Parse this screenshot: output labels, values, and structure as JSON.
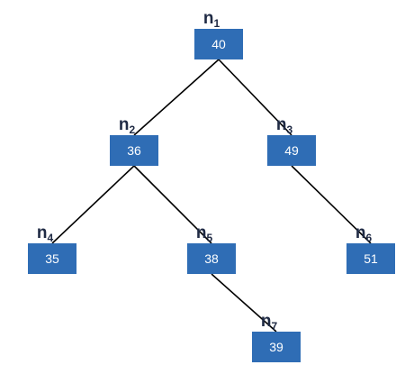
{
  "colors": {
    "node_fill": "#2f6db5",
    "node_text": "#ffffff",
    "label_text": "#1f2a44",
    "edge": "#000000"
  },
  "nodes": [
    {
      "id": "n1",
      "label_base": "n",
      "label_sub": "1",
      "value": "40"
    },
    {
      "id": "n2",
      "label_base": "n",
      "label_sub": "2",
      "value": "36"
    },
    {
      "id": "n3",
      "label_base": "n",
      "label_sub": "3",
      "value": "49"
    },
    {
      "id": "n4",
      "label_base": "n",
      "label_sub": "4",
      "value": "35"
    },
    {
      "id": "n5",
      "label_base": "n",
      "label_sub": "5",
      "value": "38"
    },
    {
      "id": "n6",
      "label_base": "n",
      "label_sub": "6",
      "value": "51"
    },
    {
      "id": "n7",
      "label_base": "n",
      "label_sub": "7",
      "value": "39"
    }
  ],
  "edges": [
    {
      "from": "n1",
      "to": "n2"
    },
    {
      "from": "n1",
      "to": "n3"
    },
    {
      "from": "n2",
      "to": "n4"
    },
    {
      "from": "n2",
      "to": "n5"
    },
    {
      "from": "n3",
      "to": "n6"
    },
    {
      "from": "n5",
      "to": "n7"
    }
  ]
}
